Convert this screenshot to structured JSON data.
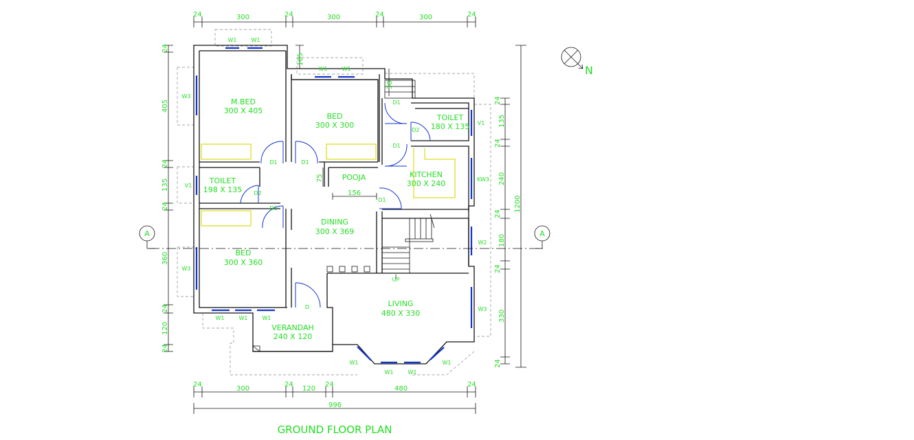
{
  "plan_title": "GROUND FLOOR PLAN",
  "north_label": "N",
  "section_marker": "A",
  "rooms": {
    "mbed": {
      "name": "M.BED",
      "size": "300 X 405"
    },
    "bed1": {
      "name": "BED",
      "size": "300 X 300"
    },
    "toilet1": {
      "name": "TOILET",
      "size": "180 X 135"
    },
    "toilet2": {
      "name": "TOILET",
      "size": "198 X 135"
    },
    "pooja": {
      "name": "POOJA"
    },
    "kitchen": {
      "name": "KITCHEN",
      "size": "300 X 240"
    },
    "dining": {
      "name": "DINING",
      "size": "300 X 369"
    },
    "bed2": {
      "name": "BED",
      "size": "300 X 360"
    },
    "living": {
      "name": "LIVING",
      "size": "480 X 330"
    },
    "verandah": {
      "name": "VERANDAH",
      "size": "240 X 120"
    }
  },
  "stair_label": "UP",
  "doors": {
    "d1": "D1",
    "d2": "D2",
    "d": "D"
  },
  "windows": {
    "w1": "W1",
    "w2": "W2",
    "w3": "W3",
    "v1": "V1",
    "kw3": "KW3"
  },
  "dims": {
    "top": [
      "24",
      "300",
      "24",
      "300",
      "24",
      "300",
      "24"
    ],
    "bottom": [
      "24",
      "300",
      "24",
      "120",
      "24",
      "480",
      "24"
    ],
    "overall_width": "996",
    "left": [
      "24",
      "405",
      "24",
      "135",
      "24",
      "360",
      "24",
      "120",
      "24"
    ],
    "right": [
      "24",
      "135",
      "24",
      "240",
      "24",
      "180",
      "24",
      "330",
      "24"
    ],
    "overall_height": "1200",
    "inner_105": "105",
    "inner_30": "30",
    "inner_75": "75",
    "inner_156": "156"
  }
}
